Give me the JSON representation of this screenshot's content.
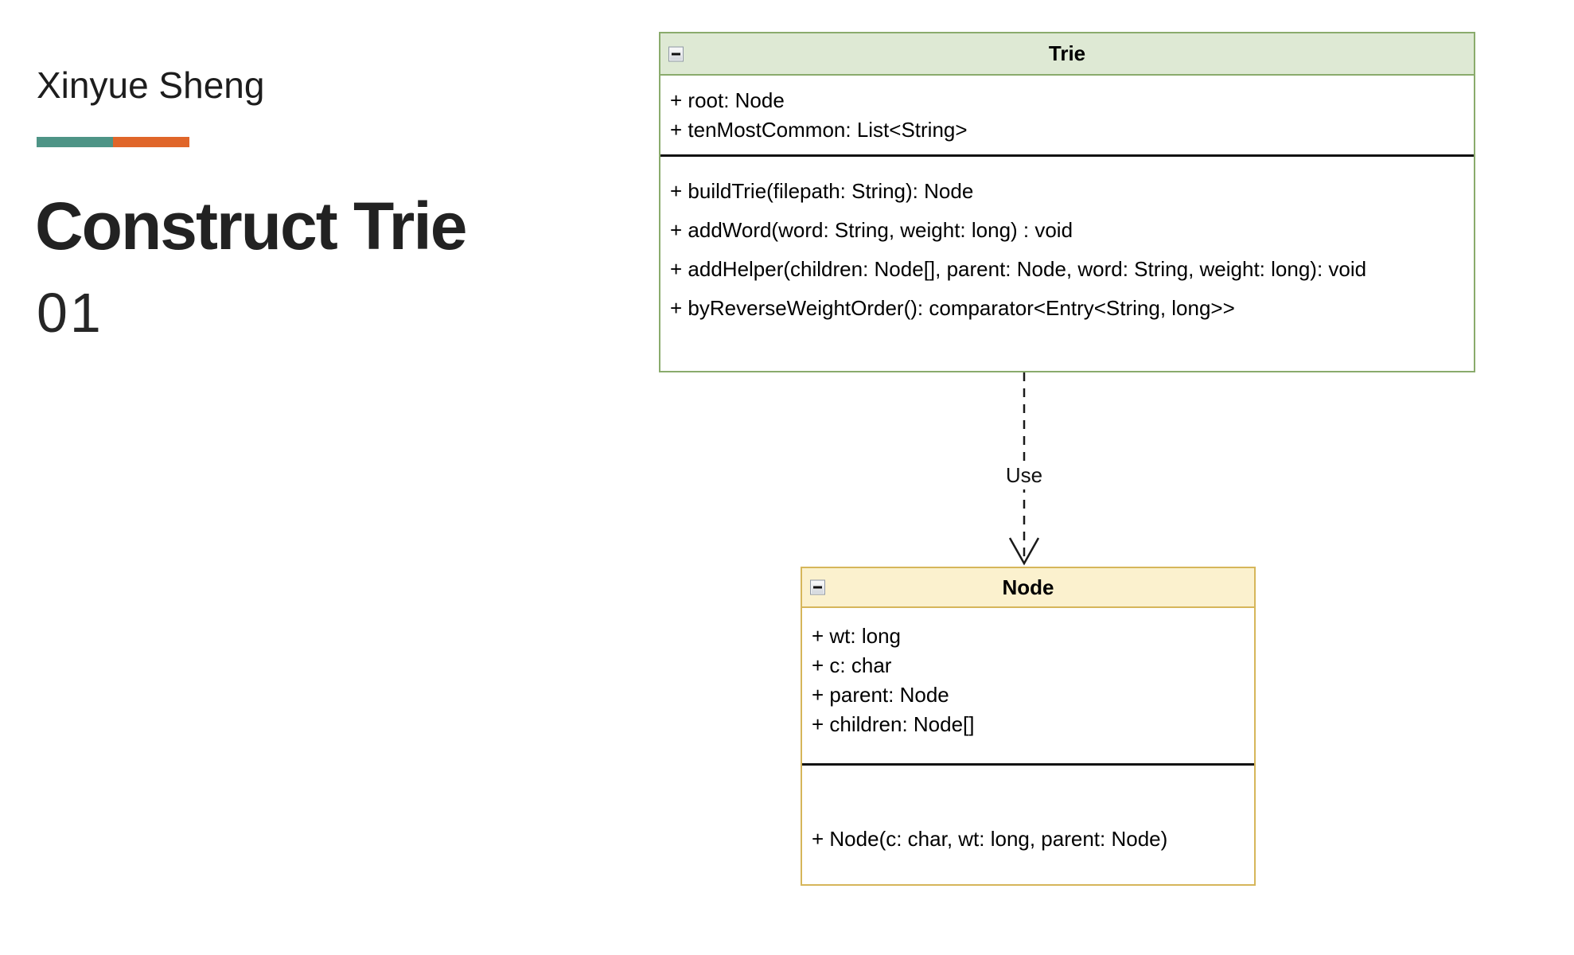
{
  "slide": {
    "author": "Xinyue Sheng",
    "title": "Construct Trie",
    "number": "01",
    "accent_colors": {
      "teal": "#4E9486",
      "orange": "#E0662A"
    }
  },
  "diagram": {
    "relation_label": "Use",
    "relation_style": "dashed-open-arrow",
    "classes": [
      {
        "name": "Trie",
        "header_fill": "#DEE9D4",
        "border_color": "#8AAB6C",
        "collapse_icon": "minus",
        "attributes": [
          "+ root: Node",
          "+ tenMostCommon: List<String>"
        ],
        "methods": [
          "+ buildTrie(filepath: String): Node",
          "+ addWord(word: String, weight: long) : void",
          "+ addHelper(children: Node[], parent: Node, word: String, weight: long): void",
          "+ byReverseWeightOrder(): comparator<Entry<String, long>>"
        ]
      },
      {
        "name": "Node",
        "header_fill": "#FBF1CE",
        "border_color": "#D6B65A",
        "collapse_icon": "minus",
        "attributes": [
          "+ wt: long",
          "+ c: char",
          "+ parent: Node",
          "+ children: Node[]"
        ],
        "methods": [
          "+ Node(c: char, wt: long, parent: Node)"
        ]
      }
    ]
  }
}
